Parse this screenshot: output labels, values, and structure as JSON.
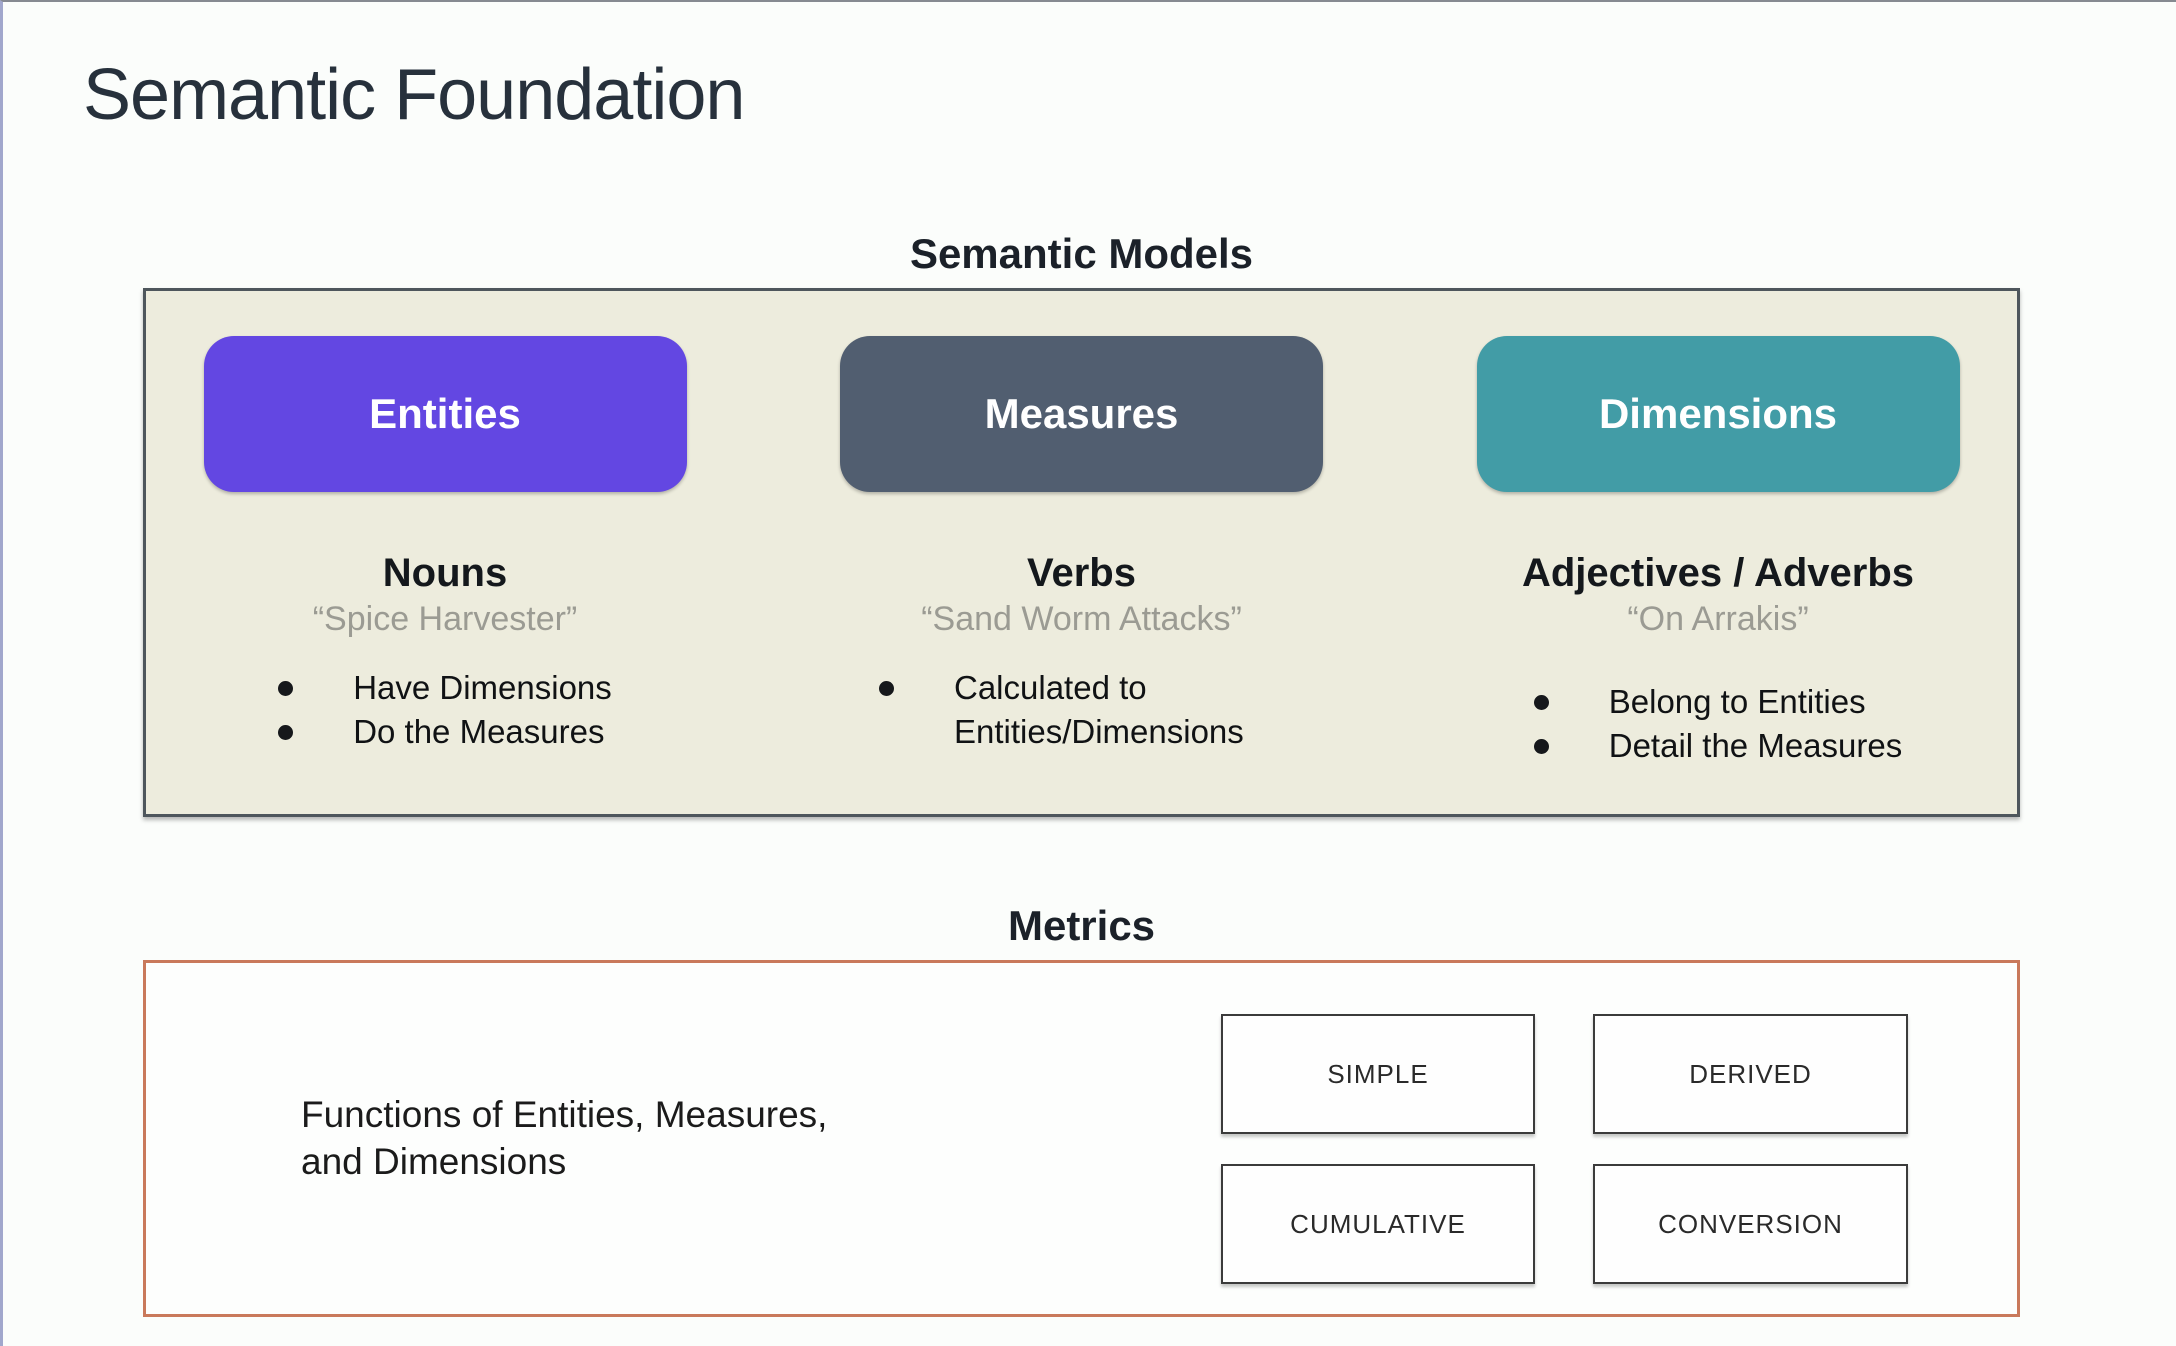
{
  "page": {
    "title": "Semantic Foundation"
  },
  "semantic_models": {
    "heading": "Semantic Models",
    "columns": [
      {
        "pill": "Entities",
        "subtitle": "Nouns",
        "quote": "“Spice Harvester”",
        "bullets": [
          "Have Dimensions",
          "Do the Measures"
        ]
      },
      {
        "pill": "Measures",
        "subtitle": "Verbs",
        "quote": "“Sand Worm Attacks”",
        "bullets": [
          "Calculated to Entities/Dimensions"
        ]
      },
      {
        "pill": "Dimensions",
        "subtitle": "Adjectives / Adverbs",
        "quote": "“On Arrakis”",
        "bullets": [
          "Belong to Entities",
          "Detail the Measures"
        ]
      }
    ]
  },
  "metrics": {
    "heading": "Metrics",
    "description_lines": [
      "Functions of Entities, Measures,",
      "and Dimensions"
    ],
    "types": [
      "SIMPLE",
      "DERIVED",
      "CUMULATIVE",
      "CONVERSION"
    ]
  },
  "colors": {
    "entities_pill": "#6347E2",
    "measures_pill": "#515E70",
    "dimensions_pill": "#429CA6",
    "semantic_panel_bg": "#EDECDD",
    "metrics_panel_border": "#C9795B"
  }
}
